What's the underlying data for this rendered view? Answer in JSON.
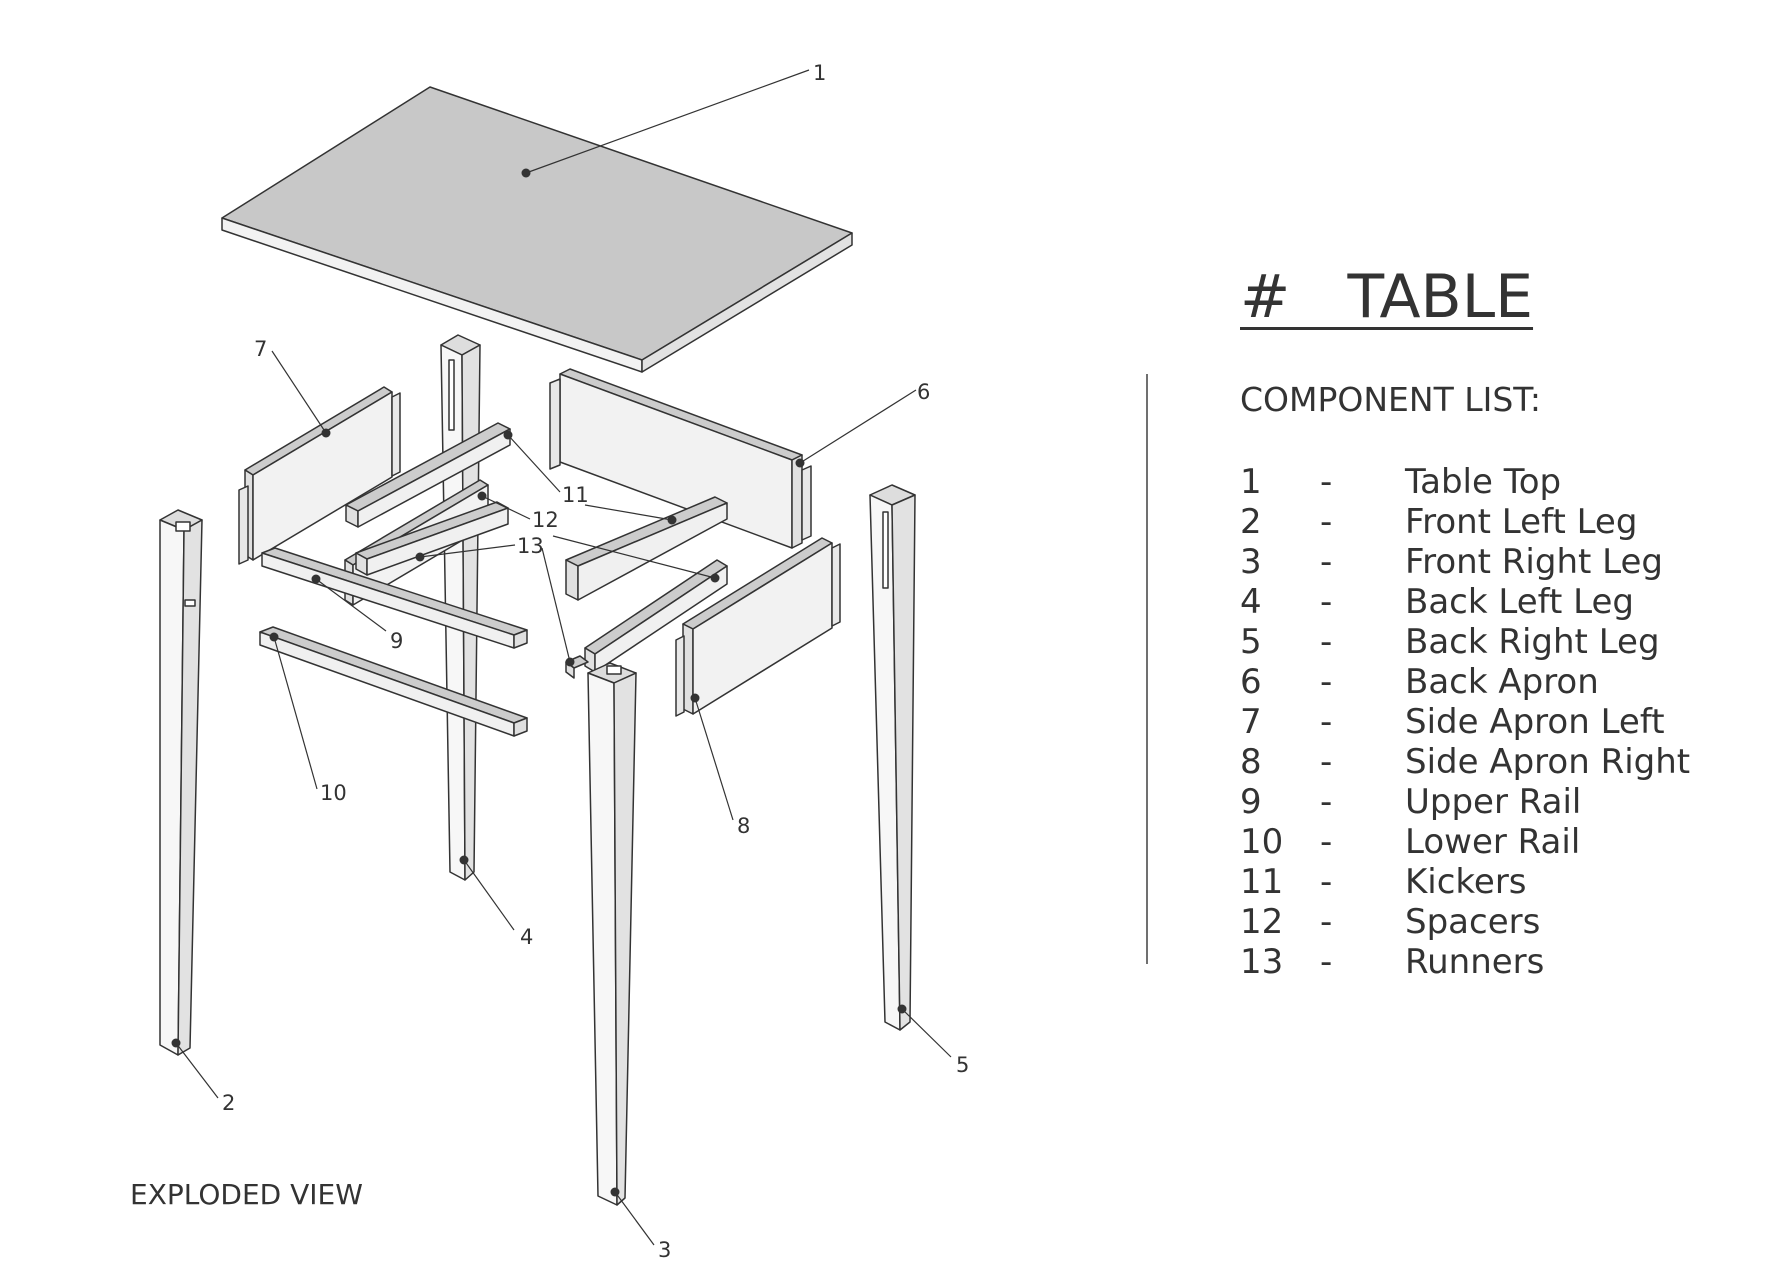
{
  "title": "#   TABLE",
  "list_heading": "COMPONENT LIST:",
  "caption": "EXPLODED VIEW",
  "components": [
    {
      "num": "1",
      "dash": "-",
      "name": "Table Top"
    },
    {
      "num": "2",
      "dash": "-",
      "name": "Front Left Leg"
    },
    {
      "num": "3",
      "dash": "-",
      "name": "Front Right Leg"
    },
    {
      "num": "4",
      "dash": "-",
      "name": "Back Left Leg"
    },
    {
      "num": "5",
      "dash": "-",
      "name": "Back Right Leg"
    },
    {
      "num": "6",
      "dash": "-",
      "name": "Back Apron"
    },
    {
      "num": "7",
      "dash": "-",
      "name": "Side Apron Left"
    },
    {
      "num": "8",
      "dash": "-",
      "name": "Side Apron Right"
    },
    {
      "num": "9",
      "dash": "-",
      "name": "Upper Rail"
    },
    {
      "num": "10",
      "dash": "-",
      "name": "Lower Rail"
    },
    {
      "num": "11",
      "dash": "-",
      "name": "Kickers"
    },
    {
      "num": "12",
      "dash": "-",
      "name": "Spacers"
    },
    {
      "num": "13",
      "dash": "-",
      "name": "Runners"
    }
  ],
  "callouts": {
    "c1": "1",
    "c2": "2",
    "c3": "3",
    "c4": "4",
    "c5": "5",
    "c6": "6",
    "c7": "7",
    "c8": "8",
    "c9": "9",
    "c10": "10",
    "c11": "11",
    "c12": "12",
    "c13": "13"
  },
  "colors": {
    "outline": "#333333",
    "top_face": "#c8c8c8",
    "side_face": "#eeeeee",
    "light_face": "#f7f7f7",
    "mid_face": "#dcdcdc"
  }
}
